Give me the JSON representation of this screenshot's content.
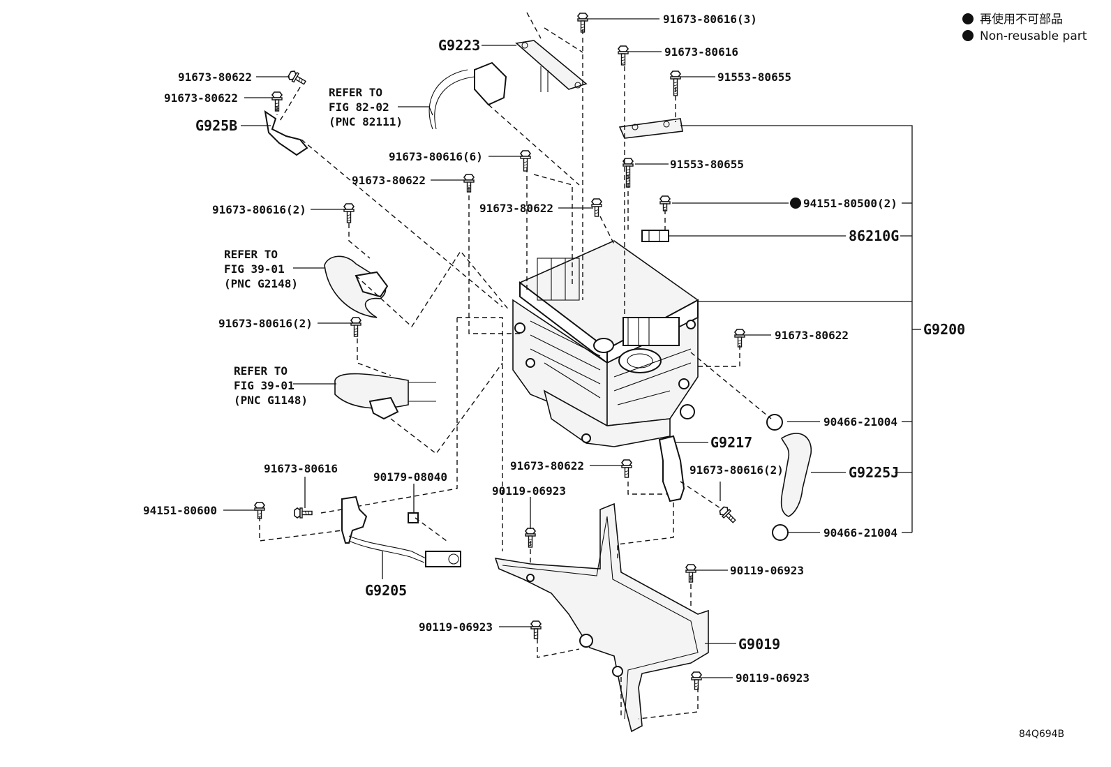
{
  "legend": {
    "jp": "再使用不可部品",
    "en": "Non-reusable part"
  },
  "figure_id": "84Q694B",
  "labels": {
    "p_91673_80616_3": "91673-80616(3)",
    "g9223": "G9223",
    "p_91673_80616_top": "91673-80616",
    "p_91553_80655_a": "91553-80655",
    "p_91673_80622_a": "91673-80622",
    "p_91673_80622_b": "91673-80622",
    "refer_82_line1": "REFER TO",
    "refer_82_line2": "FIG 82-02",
    "refer_82_line3": "(PNC 82111)",
    "g925b": "G925B",
    "p_91673_80616_6": "91673-80616(6)",
    "p_91553_80655_b": "91553-80655",
    "p_91673_80622_c": "91673-80622",
    "p_91673_80622_d": "91673-80622",
    "p_94151_80500_2": "94151-80500(2)",
    "p_91673_80616_2a": "91673-80616(2)",
    "p_86210g": "86210G",
    "refer_39a_line1": "REFER TO",
    "refer_39a_line2": "FIG 39-01",
    "refer_39a_line3": "(PNC G2148)",
    "p_91673_80616_2b": "91673-80616(2)",
    "g9200": "G9200",
    "p_91673_80622_e": "91673-80622",
    "refer_39b_line1": "REFER TO",
    "refer_39b_line2": "FIG 39-01",
    "refer_39b_line3": "(PNC G1148)",
    "p_90466_21004_a": "90466-21004",
    "g9217": "G9217",
    "p_91673_80622_f": "91673-80622",
    "p_91673_80616_2c": "91673-80616(2)",
    "g9225j": "G9225J",
    "p_91673_80616_mid": "91673-80616",
    "p_90179_08040": "90179-08040",
    "p_90119_06923_a": "90119-06923",
    "p_94151_80600": "94151-80600",
    "p_90466_21004_b": "90466-21004",
    "p_90119_06923_b": "90119-06923",
    "g9205": "G9205",
    "p_90119_06923_c": "90119-06923",
    "g9019": "G9019",
    "p_90119_06923_d": "90119-06923"
  }
}
